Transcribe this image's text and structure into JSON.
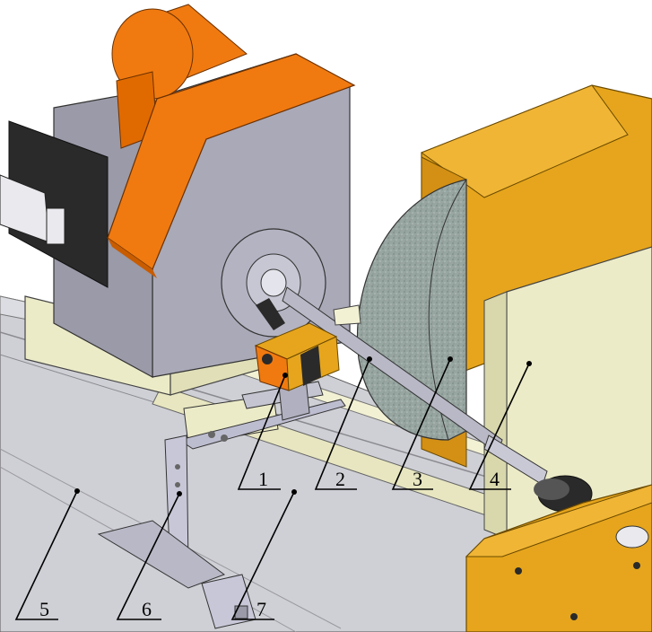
{
  "callouts": [
    {
      "id": "1",
      "text": "1"
    },
    {
      "id": "2",
      "text": "2"
    },
    {
      "id": "3",
      "text": "3"
    },
    {
      "id": "4",
      "text": "4"
    },
    {
      "id": "5",
      "text": "5"
    },
    {
      "id": "6",
      "text": "6"
    },
    {
      "id": "7",
      "text": "7"
    }
  ],
  "colors": {
    "orange": "#f07a10",
    "gold": "#e6a51c",
    "grey_block": "#a9a9b8",
    "cream": "#ecebc8",
    "bed": "#cfd0d6",
    "wheel": "#9aa7a3",
    "black": "#2a2a2a"
  }
}
